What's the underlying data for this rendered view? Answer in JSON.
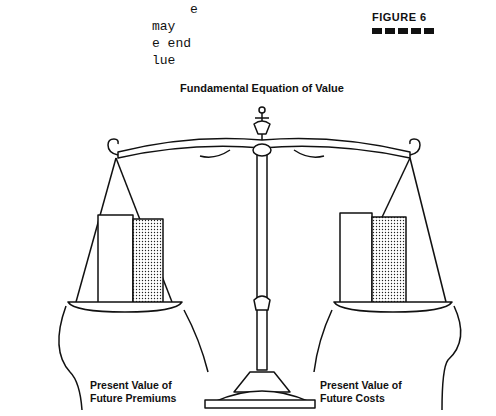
{
  "diagram": {
    "title": "Fundamental Equation of Value",
    "nodes": [
      {
        "text": [
          "Present Value of Future Premiums"
        ]
      },
      {
        "text": [
          "Present Value of Future Costs"
        ]
      }
    ],
    "labels": [
      "e",
      "may",
      "e end",
      "lue",
      "FIGURE 6"
    ]
  }
}
